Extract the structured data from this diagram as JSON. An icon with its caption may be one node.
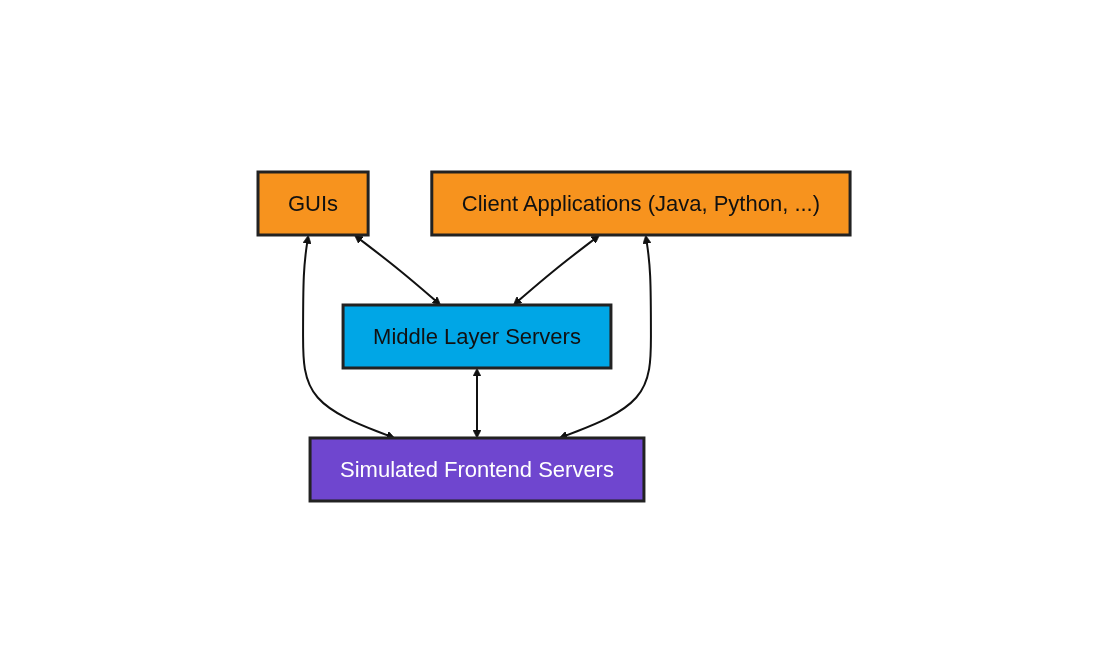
{
  "diagram": {
    "nodes": [
      {
        "text": [
          "GUIs"
        ]
      },
      {
        "text": [
          "Client Applications (Java, Python, ...)"
        ]
      },
      {
        "text": [
          "Middle Layer Servers"
        ]
      },
      {
        "text": [
          "Simulated Frontend Servers"
        ]
      }
    ],
    "edges": [
      {
        "from": 0,
        "to": 3,
        "arrow": "both"
      },
      {
        "from": 0,
        "to": 2,
        "arrow": "both"
      },
      {
        "from": 1,
        "to": 2,
        "arrow": "both"
      },
      {
        "from": 2,
        "to": 3,
        "arrow": "both"
      },
      {
        "from": 1,
        "to": 3,
        "arrow": "both"
      }
    ]
  }
}
